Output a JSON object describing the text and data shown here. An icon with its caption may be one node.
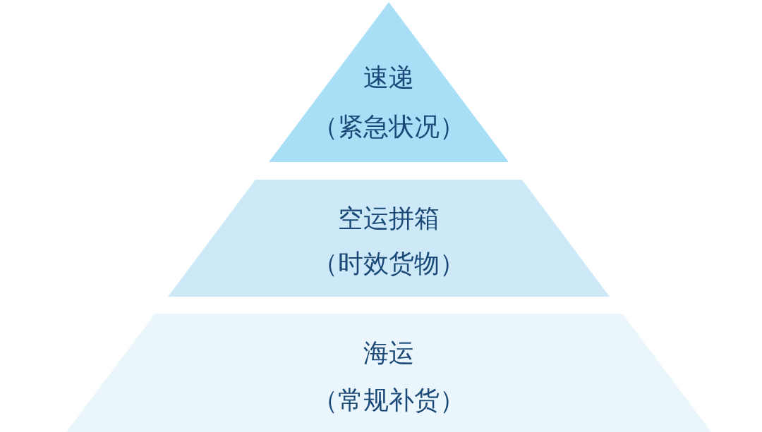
{
  "diagram": {
    "nodes": [
      {
        "text": [
          "速递",
          "（紧急状况）"
        ]
      },
      {
        "text": [
          "空运拼箱",
          "（时效货物）"
        ]
      },
      {
        "text": [
          "海运",
          "（常规补货）"
        ]
      }
    ]
  }
}
